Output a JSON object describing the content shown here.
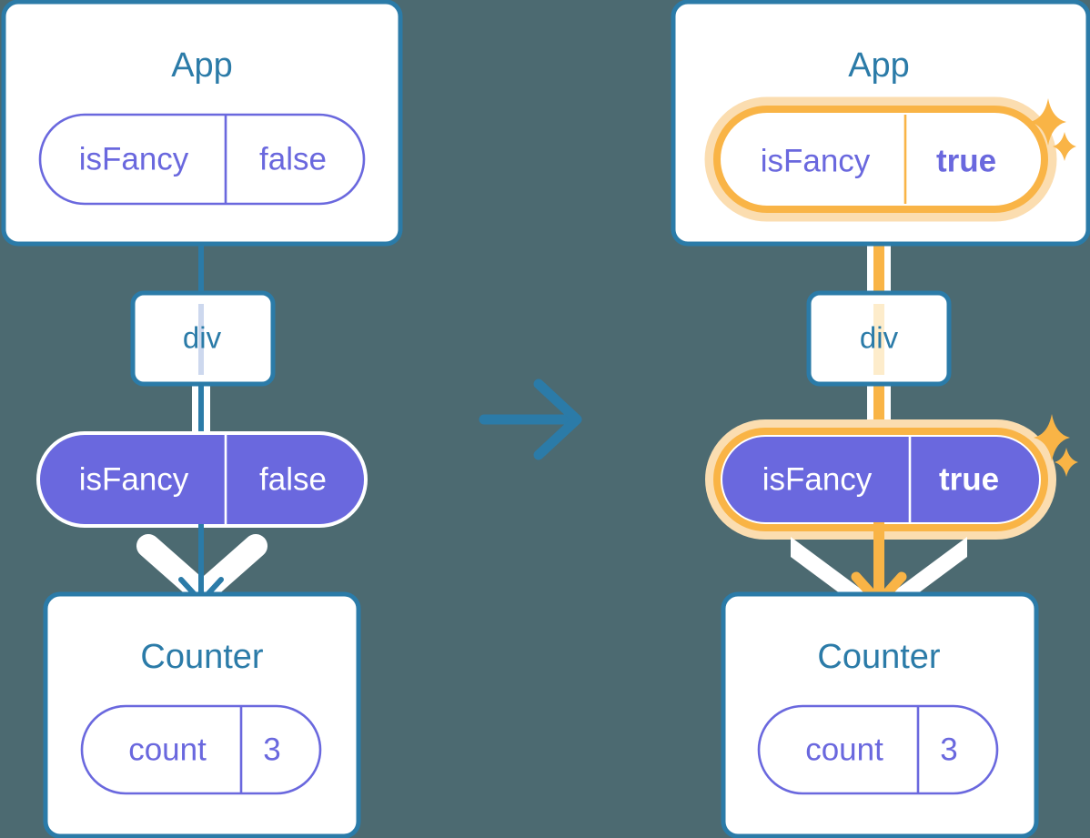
{
  "background_color": "#4c6a71",
  "palette": {
    "card_border": "#2b7ba8",
    "card_background": "#ffffff",
    "title_color": "#2b7ba8",
    "pill_purple": "#6a68de",
    "pill_purple_fill": "#6a68de",
    "pill_text_on_fill": "#ffffff",
    "highlight_orange": "#f9b446",
    "highlight_glow": "#fbddb0",
    "connector_blue": "#2b7ba8",
    "connector_light_blue": "#cdd8ee",
    "connector_light_orange": "#fdeccb",
    "arrow_white": "#ffffff"
  },
  "transition_arrow": {
    "name": "right-arrow",
    "color": "#2b7ba8",
    "direction": "right"
  },
  "panels": [
    {
      "id": "before",
      "app_card": {
        "title": "App",
        "pill": {
          "style": "outline",
          "highlighted": false,
          "key": "isFancy",
          "value": "false",
          "value_bold": false
        }
      },
      "div_node": {
        "label": "div"
      },
      "prop_pill": {
        "style": "filled",
        "highlighted": false,
        "key": "isFancy",
        "value": "false",
        "value_bold": false
      },
      "counter_card": {
        "title": "Counter",
        "pill": {
          "style": "outline",
          "highlighted": false,
          "key": "count",
          "value": "3",
          "value_bold": false
        }
      },
      "connectors": {
        "app_to_div_color": "#2b7ba8",
        "div_to_pill_color": "#2b7ba8",
        "pill_to_counter_color": "#2b7ba8",
        "through_div_color": "#cdd8ee"
      },
      "sparkles": []
    },
    {
      "id": "after",
      "app_card": {
        "title": "App",
        "pill": {
          "style": "outline",
          "highlighted": true,
          "key": "isFancy",
          "value": "true",
          "value_bold": true
        }
      },
      "div_node": {
        "label": "div"
      },
      "prop_pill": {
        "style": "filled",
        "highlighted": true,
        "key": "isFancy",
        "value": "true",
        "value_bold": true
      },
      "counter_card": {
        "title": "Counter",
        "pill": {
          "style": "outline",
          "highlighted": false,
          "key": "count",
          "value": "3",
          "value_bold": false
        }
      },
      "connectors": {
        "app_to_div_color": "#f9b446",
        "div_to_pill_color": "#f9b446",
        "pill_to_counter_color": "#f9b446",
        "through_div_color": "#fdeccb"
      },
      "sparkles": [
        "sparkle-large",
        "sparkle-small"
      ]
    }
  ]
}
